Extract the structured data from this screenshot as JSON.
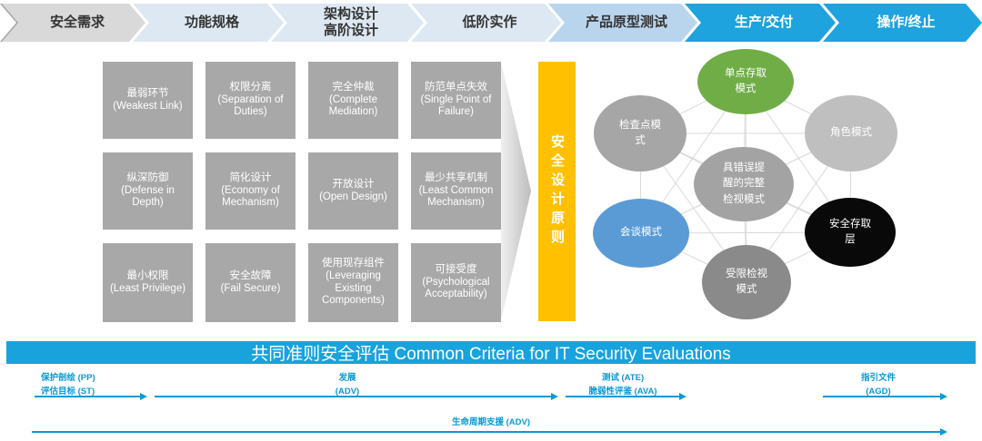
{
  "process": {
    "steps": [
      {
        "label": "安全需求",
        "state": "done"
      },
      {
        "label": "功能规格",
        "state": "light"
      },
      {
        "label": "架构设计\n高阶设计",
        "state": "light"
      },
      {
        "label": "低阶实作",
        "state": "light"
      },
      {
        "label": "产品原型测试",
        "state": "current"
      },
      {
        "label": "生产/交付",
        "state": "active"
      },
      {
        "label": "操作/终止",
        "state": "active"
      }
    ]
  },
  "principles": {
    "banner": "安全设计原则",
    "boxes": [
      {
        "label": "最弱环节\n(Weakest Link)"
      },
      {
        "label": "权限分离\n(Separation of Duties)"
      },
      {
        "label": "完全仲裁\n(Complete Mediation)"
      },
      {
        "label": "防范单点失效\n(Single Point of Failure)"
      },
      {
        "label": "纵深防御\n(Defense in Depth)"
      },
      {
        "label": "简化设计\n(Economy of Mechanism)"
      },
      {
        "label": "开放设计\n(Open Design)"
      },
      {
        "label": "最少共享机制\n(Least Common Mechanism)"
      },
      {
        "label": "最小权限\n(Least Privilege)"
      },
      {
        "label": "安全故障\n(Fail Secure)"
      },
      {
        "label": "使用现存组件\n(Leveraging Existing Components)"
      },
      {
        "label": "可接受度\n(Psychological Acceptability)"
      }
    ]
  },
  "patterns": {
    "circles": [
      {
        "label": "单点存取\n模式",
        "color": "#70ad47"
      },
      {
        "label": "检查点模\n式",
        "color": "#a6a6a6"
      },
      {
        "label": "角色模式",
        "color": "#bfbfbf"
      },
      {
        "label": "具错误提\n醒的完整\n检视模式",
        "color": "#a3a3a3"
      },
      {
        "label": "会谈模式",
        "color": "#5b9bd5"
      },
      {
        "label": "安全存取\n层",
        "color": "#090909"
      },
      {
        "label": "受限检视\n模式",
        "color": "#8a8a8a"
      }
    ]
  },
  "evaluation": {
    "title": "共同准则安全评估 Common Criteria for IT Security Evaluations",
    "phases": [
      {
        "label": "保护剖绘 (PP)\n评估目标 (ST)"
      },
      {
        "label": "发展\n(ADV)"
      },
      {
        "label": "测试 (ATE)\n脆弱性评鉴 (AVA)"
      },
      {
        "label": "指引文件\n(AGD)"
      }
    ],
    "lifecycle_label": "生命周期支援 (ADV)"
  },
  "colors": {
    "process_done": "#d9d9d9",
    "process_light": "#dde8f3",
    "process_current": "#b9d5ee",
    "process_active": "#1ea3de",
    "principle_box": "#a8a8a8",
    "banner_yellow": "#ffc000",
    "eval_bar": "#18a3dc",
    "eval_accent": "#0999d6"
  }
}
